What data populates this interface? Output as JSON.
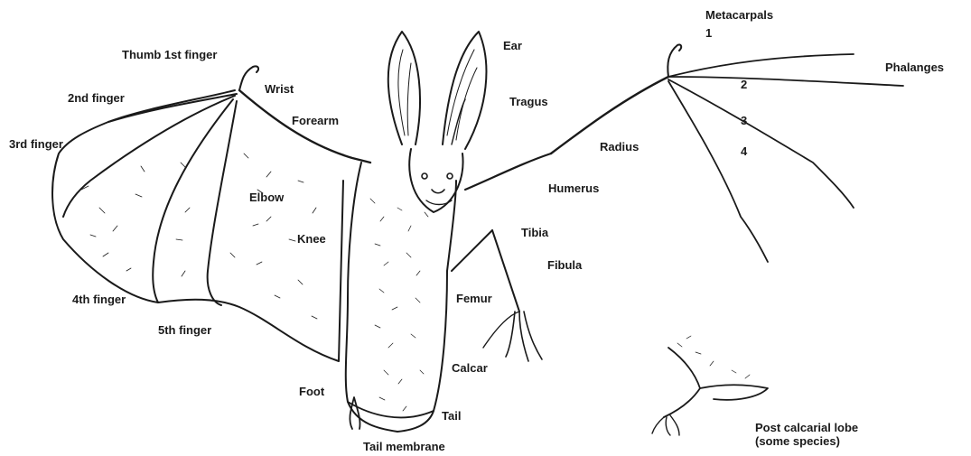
{
  "diagram": {
    "labels": {
      "metacarpals": "Metacarpals",
      "digit1": "1",
      "digit2": "2",
      "digit3": "3",
      "digit4": "4",
      "phalanges": "Phalanges",
      "thumb": "Thumb 1st finger",
      "second_finger": "2nd finger",
      "wrist": "Wrist",
      "third_finger": "3rd finger",
      "forearm": "Forearm",
      "ear": "Ear",
      "tragus": "Tragus",
      "radius": "Radius",
      "humerus": "Humerus",
      "elbow": "Elbow",
      "knee": "Knee",
      "tibia": "Tibia",
      "fibula": "Fibula",
      "fourth_finger": "4th finger",
      "femur": "Femur",
      "fifth_finger": "5th finger",
      "calcar": "Calcar",
      "foot": "Foot",
      "tail": "Tail",
      "tail_membrane": "Tail membrane",
      "post_calcarial_lobe": "Post calcarial lobe",
      "some_species": "(some species)"
    },
    "colors": {
      "ink": "#1a1a1a",
      "background": "#ffffff"
    }
  }
}
